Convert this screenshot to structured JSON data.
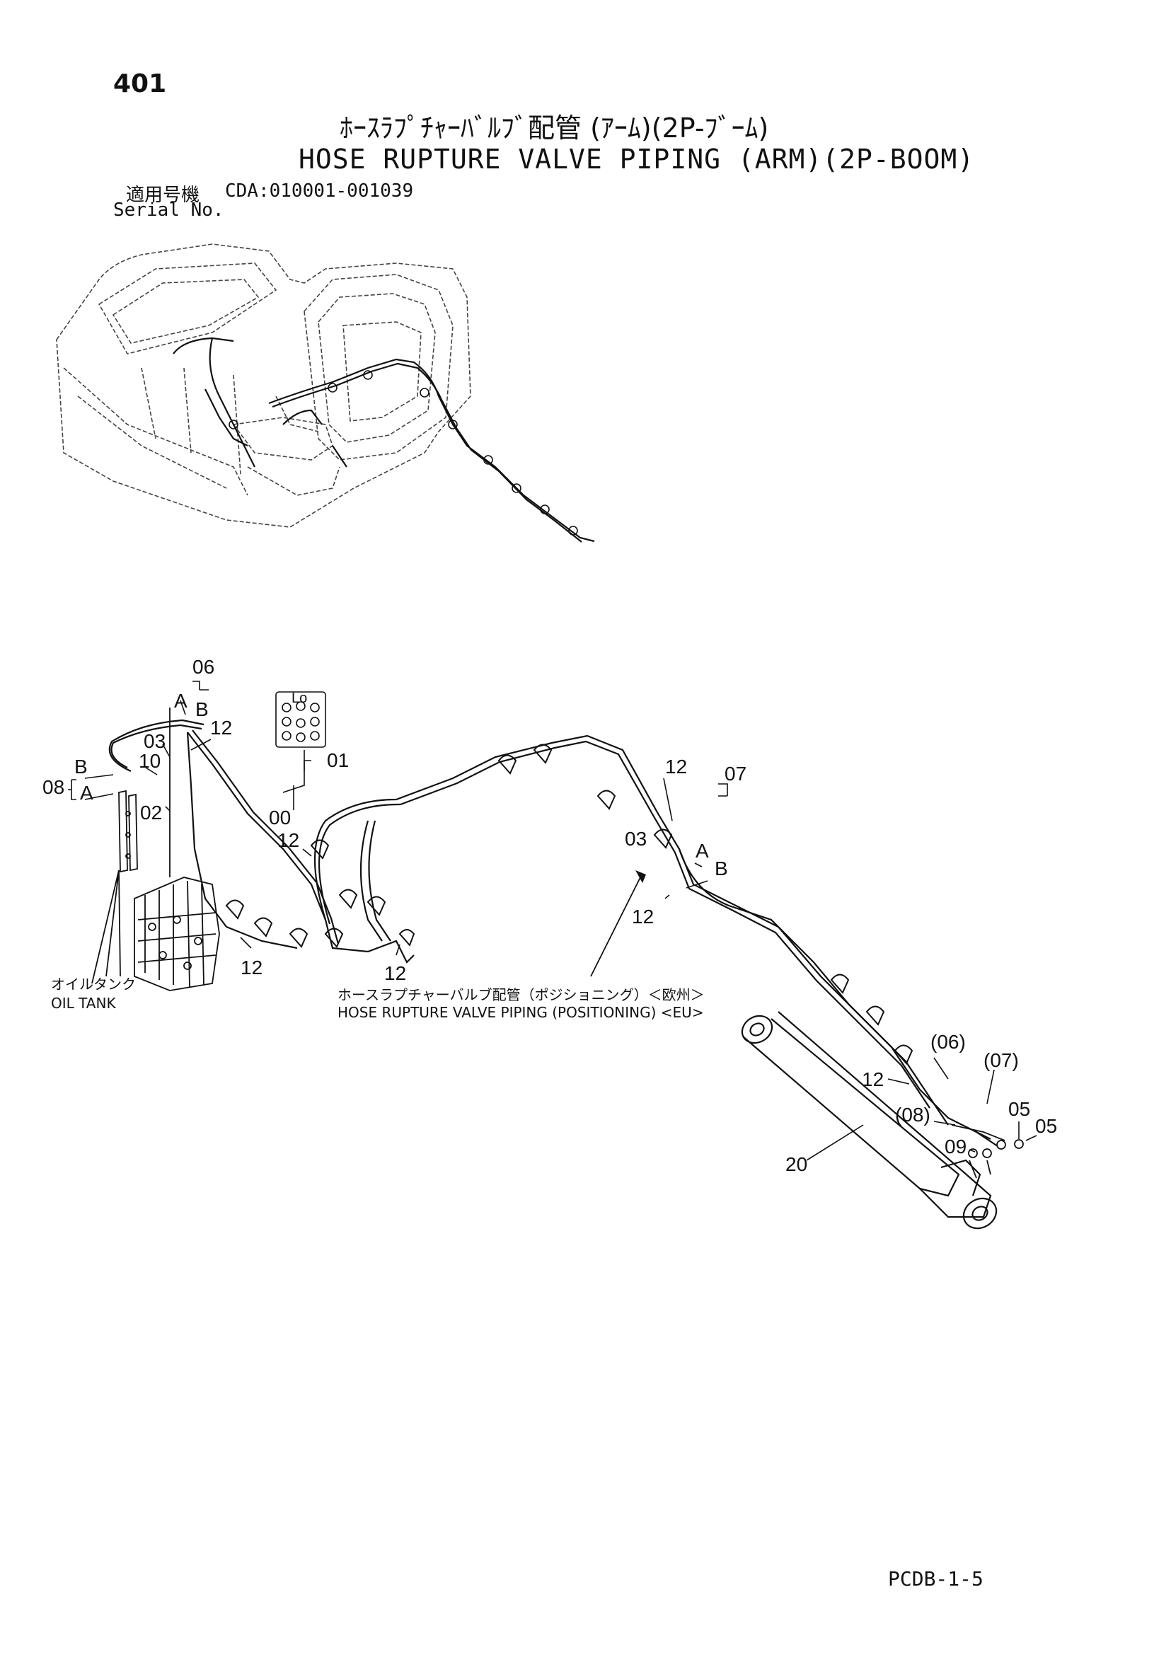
{
  "page": {
    "number": "401",
    "title_jp": "ﾎｰｽﾗﾌﾟﾁｬｰﾊﾞﾙﾌﾞ配管 (ｱｰﾑ)(2P-ﾌﾞｰﾑ)",
    "title_en": "HOSE RUPTURE VALVE PIPING (ARM)(2P-BOOM)",
    "serial_label_jp": "適用号機",
    "serial_range": "CDA:010001-001039",
    "serial_label_en": "Serial No.",
    "footer_code": "PCDB-1-5"
  },
  "callouts": {
    "c06": "06",
    "c06_a": "A",
    "c06_b": "B",
    "c03_left": "03",
    "c12_top_left": "12",
    "c10": "10",
    "c08": "08",
    "c08_b": "B",
    "c08_a": "A",
    "c02": "02",
    "c01": "01",
    "c00": "00",
    "c12_mid_left": "12",
    "c12_bottom_left": "12",
    "c12_bottom_mid": "12",
    "c12_top_right": "12",
    "c07": "07",
    "c07_a": "A",
    "c07_b": "B",
    "c03_right": "03",
    "c12_right_mid": "12",
    "c06_paren": "(06)",
    "c07_paren": "(07)",
    "c12_near_cyl": "12",
    "c08_paren": "(08)",
    "c05_a": "05",
    "c05_b": "05",
    "c09": "09",
    "c20": "20"
  },
  "notes": {
    "oil_tank_jp": "オイルタンク",
    "oil_tank_en": "OIL TANK",
    "positioning_jp": "ホースラプチャーバルブ配管（ポジショニング）＜欧州＞",
    "positioning_en": "HOSE RUPTURE VALVE PIPING (POSITIONING) <EU>",
    "valve_block_label": "Lo"
  }
}
